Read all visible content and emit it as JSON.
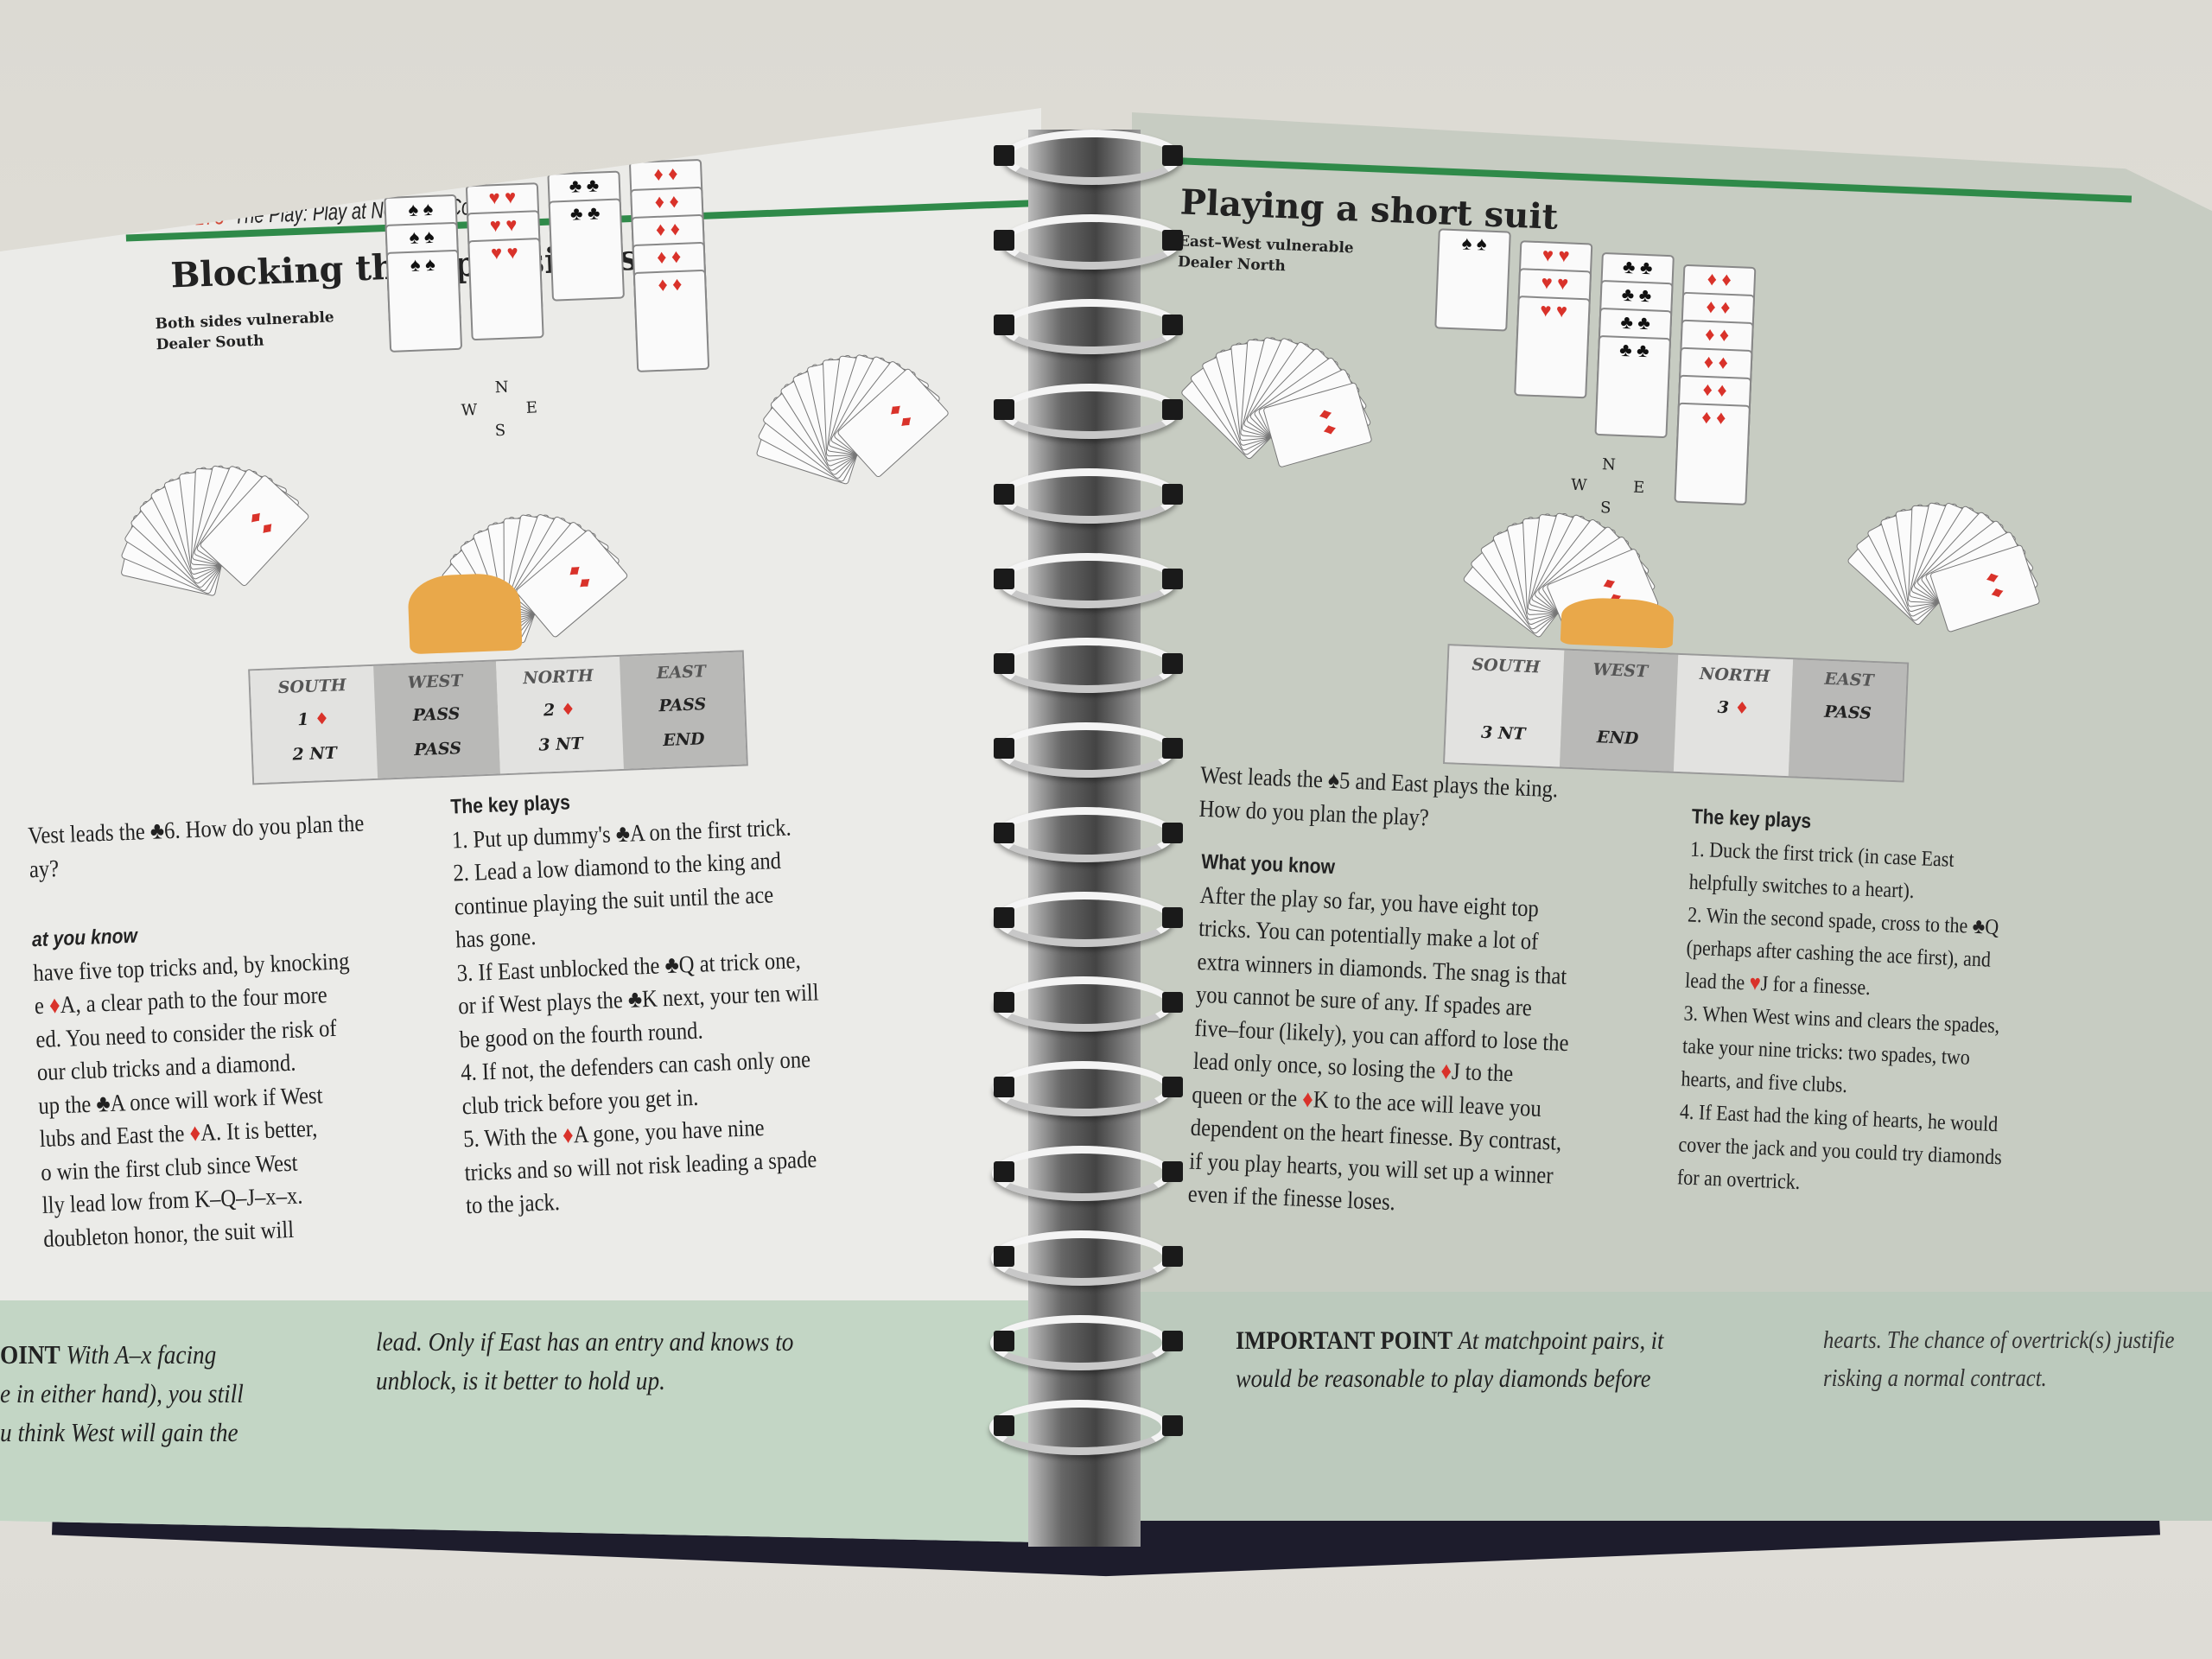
{
  "left_page": {
    "running_head_pages": "174 / 175",
    "running_head_title": "The Play: Play at No-trump Contracts",
    "title": "Blocking the opposing suit",
    "vulnerability": "Both sides vulnerable",
    "dealer": "Dealer South",
    "compass": {
      "n": "N",
      "w": "W",
      "e": "E",
      "s": "S"
    },
    "bidding": [
      {
        "seat": "SOUTH",
        "bids": [
          "1 ♦",
          "2 NT"
        ]
      },
      {
        "seat": "WEST",
        "bids": [
          "PASS",
          "PASS"
        ]
      },
      {
        "seat": "NORTH",
        "bids": [
          "2 ♦",
          "3 NT"
        ]
      },
      {
        "seat": "EAST",
        "bids": [
          "PASS",
          "END"
        ]
      }
    ],
    "intro_lines": [
      "Vest leads the ♣6. How do you plan the",
      "ay?"
    ],
    "know_heading": "at you know",
    "know_lines": [
      "have five top tricks and, by knocking",
      "e ♦A, a clear path to the four more",
      "ed. You need to consider the risk of",
      "our club tricks and a diamond.",
      "up the ♣A once will work if West",
      "lubs and East the ♦A. It is better,",
      "o win the first club since West",
      "lly lead low from K–Q–J–x–x.",
      "doubleton honor, the suit will"
    ],
    "key_heading": "The key plays",
    "key_lines": [
      "1. Put up dummy's ♣A on the first trick.",
      "2. Lead a low diamond to the king and",
      "continue playing the suit until the ace",
      "has gone.",
      "3. If East unblocked the ♣Q at trick one,",
      "or if West plays the ♣K next, your ten will",
      "be good on the fourth round.",
      "4. If not, the defenders can cash only one",
      "club trick before you get in.",
      "5. With the ♦A gone, you have nine",
      "tricks and so will not risk leading a spade",
      "to the jack."
    ],
    "point_label": "OINT",
    "point_lines_a": [
      "With A–x facing",
      "e in either hand), you still",
      "u think West will gain the"
    ],
    "point_lines_b": [
      "lead. Only if East has an entry and knows to",
      "unblock, is it better to hold up."
    ]
  },
  "right_page": {
    "title": "Playing a short suit",
    "vulnerability": "East–West vulnerable",
    "dealer": "Dealer North",
    "compass": {
      "n": "N",
      "w": "W",
      "e": "E",
      "s": "S"
    },
    "bidding": [
      {
        "seat": "SOUTH",
        "bids": [
          "",
          "3 NT"
        ]
      },
      {
        "seat": "WEST",
        "bids": [
          "",
          "END"
        ]
      },
      {
        "seat": "NORTH",
        "bids": [
          "3 ♦",
          ""
        ]
      },
      {
        "seat": "EAST",
        "bids": [
          "PASS",
          ""
        ]
      }
    ],
    "intro_lines": [
      "West leads the ♠5 and East plays the king.",
      "How do you plan the play?"
    ],
    "know_heading": "What you know",
    "know_lines": [
      "After the play so far, you have eight top",
      "tricks. You can potentially make a lot of",
      "extra winners in diamonds. The snag is that",
      "you cannot be sure of any. If spades are",
      "five–four (likely), you can afford to lose the",
      "lead only once, so losing the ♦J to the",
      "queen or the ♦K to the ace will leave you",
      "dependent on the heart finesse. By contrast,",
      "if you play hearts, you will set up a winner",
      "even if the finesse loses."
    ],
    "key_heading": "The key plays",
    "key_lines": [
      "1. Duck the first trick (in case East",
      "helpfully switches to a heart).",
      "2. Win the second spade, cross to the ♣Q",
      "(perhaps after cashing the ace first), and",
      "lead the ♥J for a finesse.",
      "3. When West wins and clears the spades,",
      "take your nine tricks: two spades, two",
      "hearts, and five clubs.",
      "4. If East had the king of hearts, he would",
      "cover the jack and you could try diamonds",
      "for an overtrick."
    ],
    "point_label": "IMPORTANT POINT",
    "point_lines_a": [
      "At matchpoint pairs, it",
      "would be reasonable to play diamonds before"
    ],
    "point_lines_b": [
      "hearts. The chance of overtrick(s) justifie",
      "risking a normal contract."
    ]
  },
  "colors": {
    "rule": "#2f8a49",
    "page_number": "#d24b3a",
    "left_page": "#ebebe8",
    "right_page": "#c7ccc2",
    "point_box": "#c3d6c5",
    "red_suit": "#d9322a"
  }
}
